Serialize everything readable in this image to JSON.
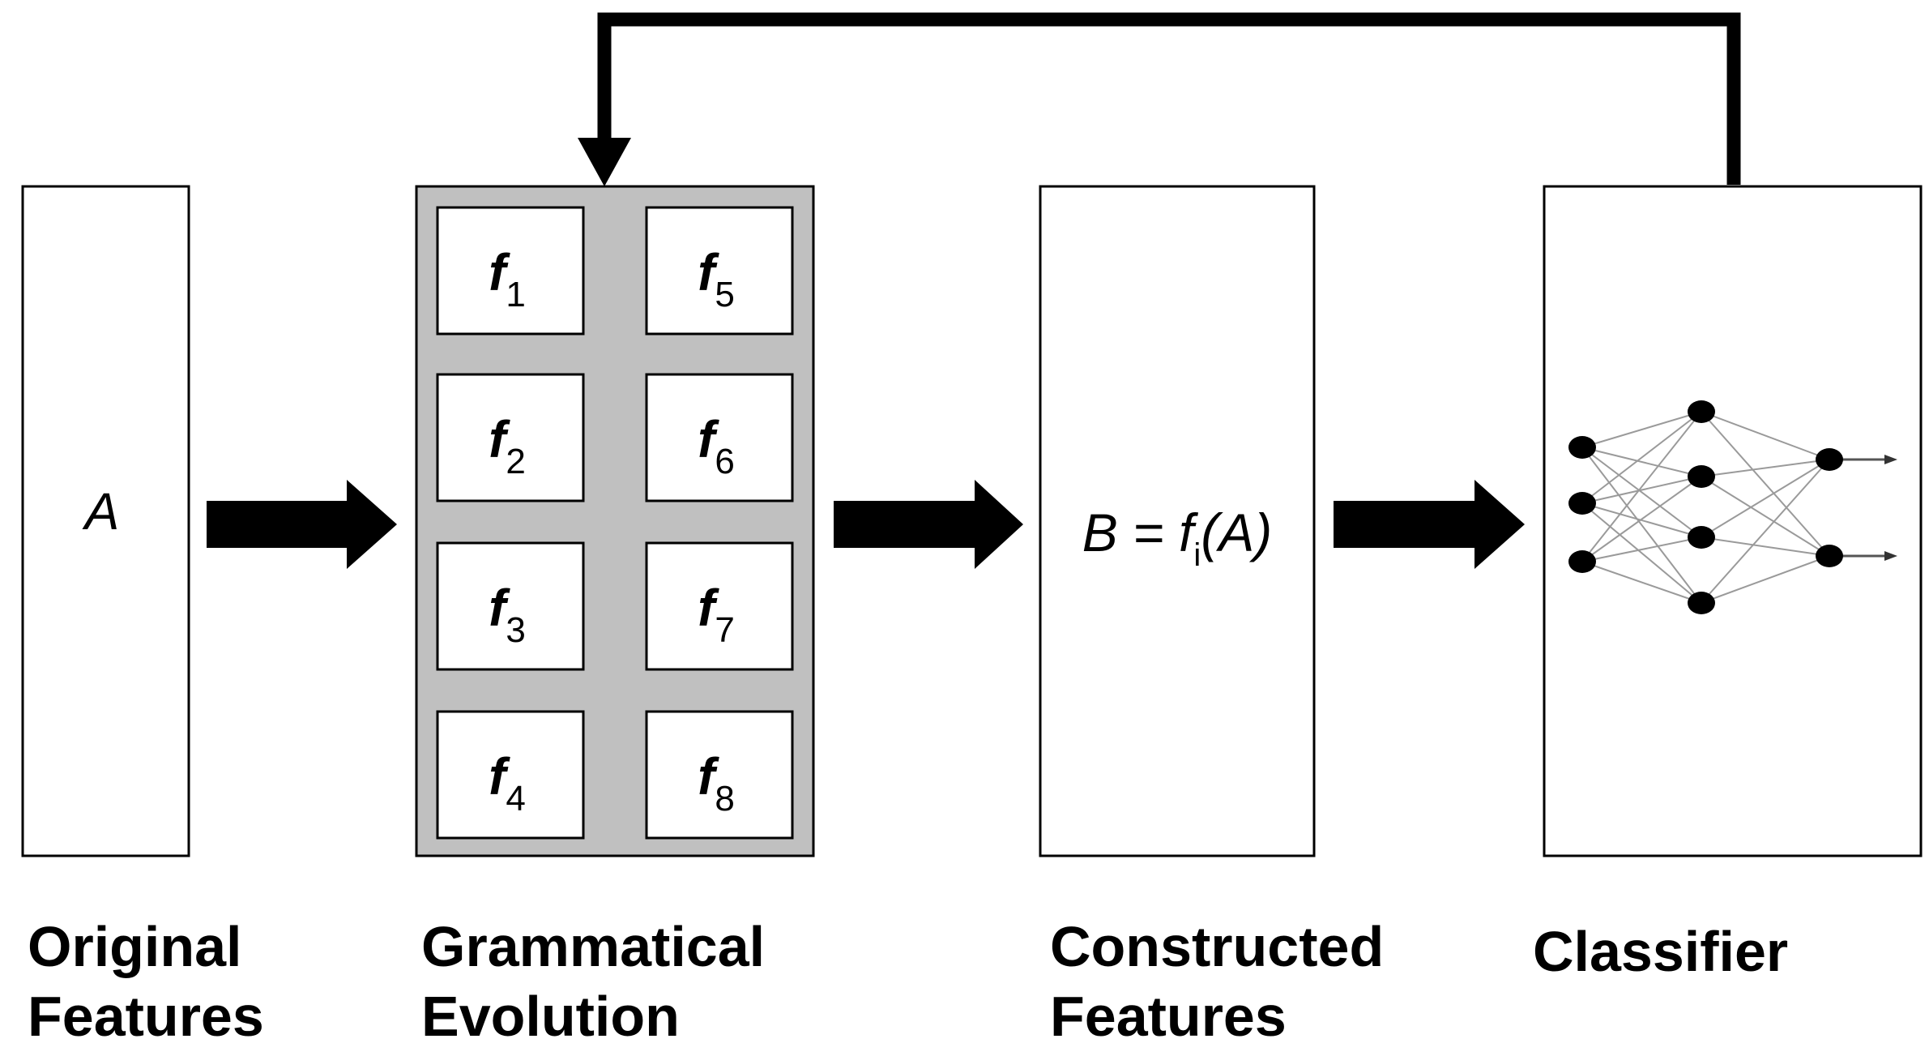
{
  "original_features": {
    "symbol": "A",
    "caption": [
      "Original",
      "Features"
    ]
  },
  "grammatical_evolution": {
    "functions": [
      {
        "base": "f",
        "sub": "1"
      },
      {
        "base": "f",
        "sub": "2"
      },
      {
        "base": "f",
        "sub": "3"
      },
      {
        "base": "f",
        "sub": "4"
      },
      {
        "base": "f",
        "sub": "5"
      },
      {
        "base": "f",
        "sub": "6"
      },
      {
        "base": "f",
        "sub": "7"
      },
      {
        "base": "f",
        "sub": "8"
      }
    ],
    "caption": [
      "Grammatical",
      "Evolution"
    ]
  },
  "constructed_features": {
    "formula_lhs": "B = f",
    "formula_sub": "i",
    "formula_rhs": "(A)",
    "caption": [
      "Constructed",
      "Features"
    ]
  },
  "classifier": {
    "caption": "Classifier",
    "network": {
      "layers": [
        3,
        4,
        2
      ]
    }
  },
  "colors": {
    "stroke": "#000000",
    "panel_fill": "#c0c0c0",
    "box_fill": "#ffffff",
    "network_edge": "#9a9a9a"
  }
}
